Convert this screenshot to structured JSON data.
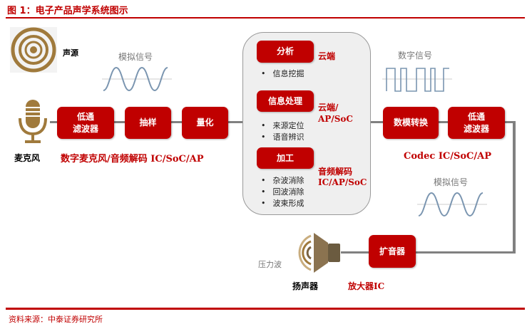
{
  "title": "图 1：电子产品声学系统图示",
  "source_label": "声源",
  "analog_signal_1": "模拟信号",
  "analog_signal_2": "模拟信号",
  "digital_signal": "数字信号",
  "microphone": "麦克风",
  "mic_chain": {
    "lowpass": "低通\n滤波器",
    "sampling": "抽样",
    "quantize": "量化",
    "caption": "数字麦克风/音频解码 IC/SoC/AP"
  },
  "panel": {
    "analysis": "分析",
    "analysis_where": "云端",
    "analysis_items": [
      "信息挖掘"
    ],
    "processing": "信息处理",
    "processing_where_1": "云端/",
    "processing_where_2": "AP/SoC",
    "processing_items": [
      "来源定位",
      "语音辨识"
    ],
    "work": "加工",
    "work_where_1": "音频解码",
    "work_where_2": "IC/AP/SoC",
    "work_items": [
      "杂波消除",
      "回波消除",
      "波束形成"
    ]
  },
  "out_chain": {
    "dac": "数模转换",
    "lowpass": "低通\n滤波器",
    "caption": "Codec IC/SoC/AP"
  },
  "amp": {
    "label": "扩音器",
    "caption": "放大器IC"
  },
  "speaker": "扬声器",
  "pressure_wave": "压力波",
  "footer": "资料来源：中泰证券研究所",
  "colors": {
    "accent": "#c00000",
    "icon": "#a07a3c",
    "wave": "#7a95b0"
  }
}
